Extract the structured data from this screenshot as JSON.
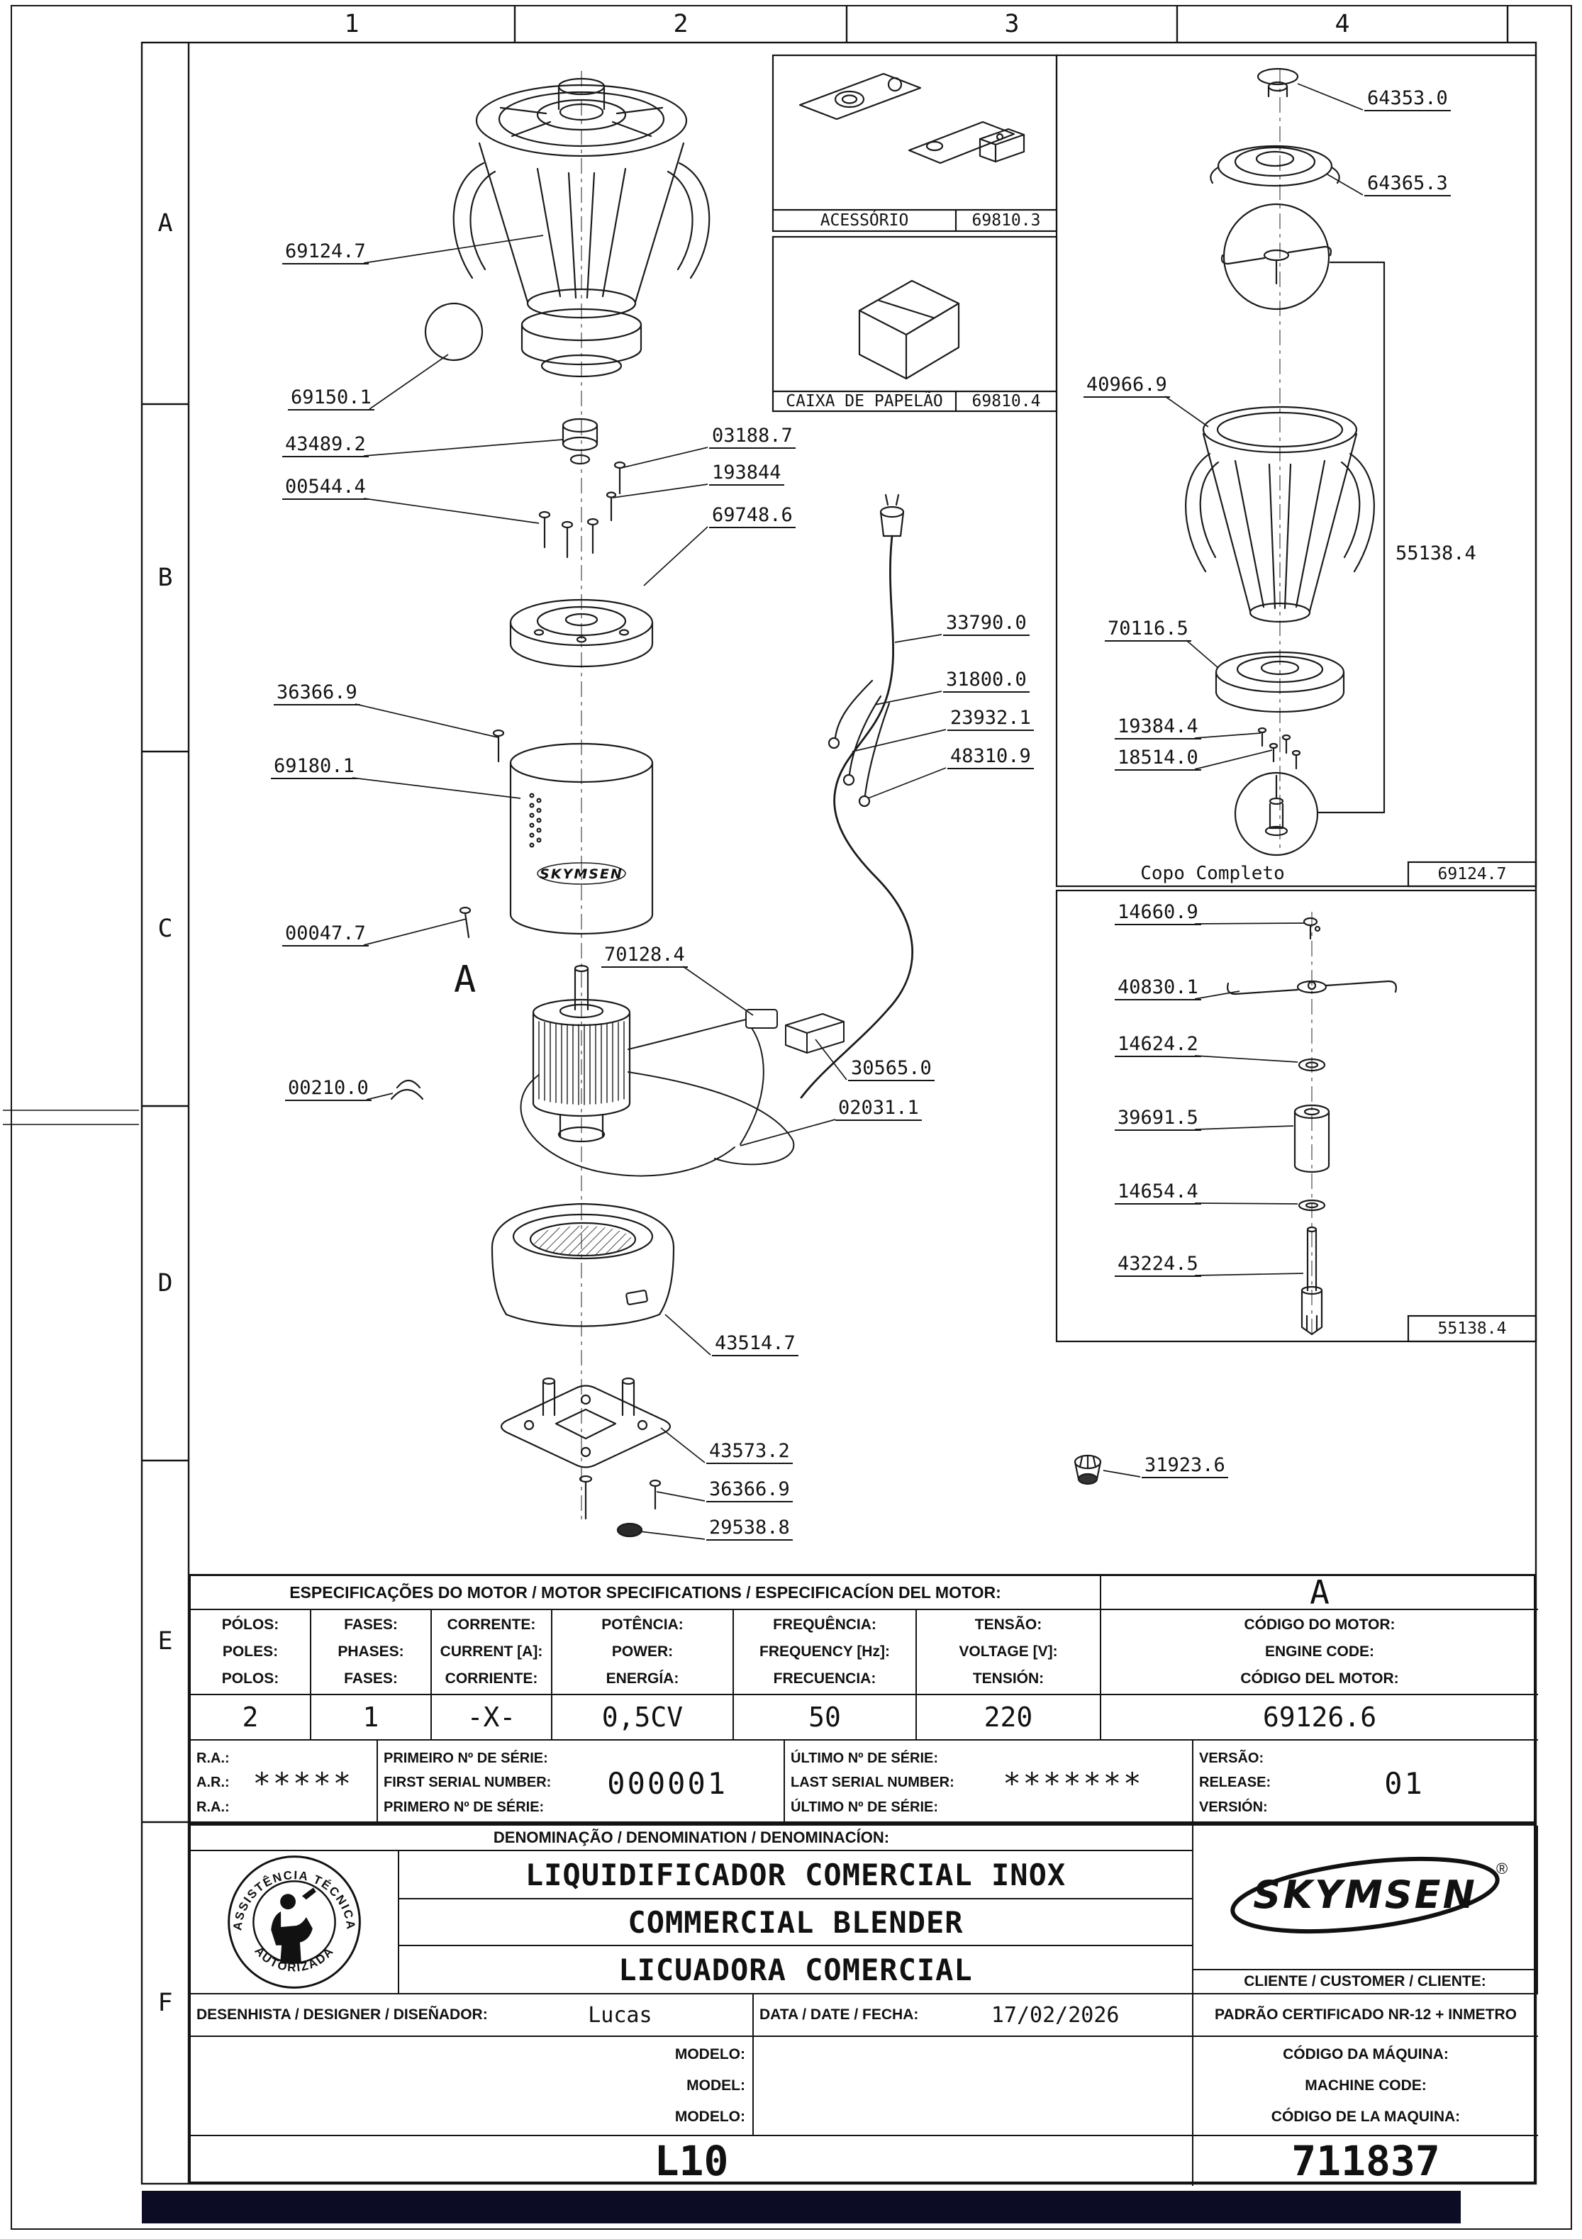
{
  "frame": {
    "columns": [
      "1",
      "2",
      "3",
      "4"
    ],
    "rows": [
      "A",
      "B",
      "C",
      "D",
      "E",
      "F"
    ]
  },
  "panels": {
    "accessory": {
      "label": "ACESSÓRIO",
      "code": "69810.3"
    },
    "carton": {
      "label": "CAIXA DE PAPELÃO",
      "code": "69810.4"
    },
    "cup": {
      "caption": "Copo Completo",
      "code": "69124.7"
    },
    "blade": {
      "code": "55138.4"
    }
  },
  "parts": {
    "jar_complete": "69124.7",
    "detail_circle": "69150.1",
    "coupling": "43489.2",
    "screw_00544": "00544.4",
    "screw_03188": "03188.7",
    "screw_193844": "193844",
    "bearing_plate": "69748.6",
    "screw_36366": "36366.9",
    "housing": "69180.1",
    "screw_00047": "00047.7",
    "motor": "70128.4",
    "section_marker": "A",
    "wave_washer": "00210.0",
    "switch": "30565.0",
    "capacitor_wiring": "02031.1",
    "base_housing": "43514.7",
    "bottom_plate": "43573.2",
    "screw_36366_b": "36366.9",
    "foot": "29538.8",
    "power_cord": "33790.0",
    "plug": "31800.0",
    "cable_clamp": "23932.1",
    "terminal": "48310.9",
    "cup_cap": "64353.0",
    "cup_lid": "64365.3",
    "cup_jar": "40966.9",
    "cup_height_dim": "55138.4",
    "cup_collar": "70116.5",
    "cup_screw_19384": "19384.4",
    "cup_screw_18514": "18514.0",
    "blade_pin": "14660.9",
    "blade": "40830.1",
    "blade_washer_top": "14624.2",
    "blade_bushing": "39691.5",
    "blade_washer_bottom": "14654.4",
    "blade_shaft": "43224.5",
    "grease_fitting": "31923.6",
    "housing_brand": "SKYMSEN"
  },
  "motor_spec": {
    "title": "ESPECIFICAÇÕES DO MOTOR / MOTOR SPECIFICATIONS / ESPECIFICACÍON DEL MOTOR:",
    "revision": "A",
    "columns": [
      {
        "l1": "PÓLOS:",
        "l2": "POLES:",
        "l3": "POLOS:",
        "value": "2"
      },
      {
        "l1": "FASES:",
        "l2": "PHASES:",
        "l3": "FASES:",
        "value": "1"
      },
      {
        "l1": "CORRENTE:",
        "l2": "CURRENT [A]:",
        "l3": "CORRIENTE:",
        "value": "-X-"
      },
      {
        "l1": "POTÊNCIA:",
        "l2": "POWER:",
        "l3": "ENERGÍA:",
        "value": "0,5CV"
      },
      {
        "l1": "FREQUÊNCIA:",
        "l2": "FREQUENCY [Hz]:",
        "l3": "FRECUENCIA:",
        "value": "50"
      },
      {
        "l1": "TENSÃO:",
        "l2": "VOLTAGE [V]:",
        "l3": "TENSIÓN:",
        "value": "220"
      },
      {
        "l1": "CÓDIGO DO MOTOR:",
        "l2": "ENGINE CODE:",
        "l3": "CÓDIGO DEL MOTOR:",
        "value": "69126.6"
      }
    ]
  },
  "serial": {
    "ra": {
      "l1": "R.A.:",
      "l2": "A.R.:",
      "l3": "R.A.:",
      "value": "*****"
    },
    "first": {
      "l1": "PRIMEIRO Nº DE SÉRIE:",
      "l2": "FIRST SERIAL NUMBER:",
      "l3": "PRIMERO Nº DE SÉRIE:",
      "value": "000001"
    },
    "last": {
      "l1": "ÚLTIMO Nº DE SÉRIE:",
      "l2": "LAST SERIAL NUMBER:",
      "l3": "ÚLTIMO Nº DE SÉRIE:",
      "value": "*******"
    },
    "version": {
      "l1": "VERSÃO:",
      "l2": "RELEASE:",
      "l3": "VERSIÓN:",
      "value": "01"
    }
  },
  "title_block": {
    "denomination_header": "DENOMINAÇÃO / DENOMINATION / DENOMINACÍON:",
    "title_pt": "LIQUIDIFICADOR COMERCIAL INOX",
    "title_en": "COMMERCIAL BLENDER",
    "title_es": "LICUADORA COMERCIAL",
    "brand": "SKYMSEN",
    "brand_mark": "®",
    "client_label": "CLIENTE / CUSTOMER / CLIENTE:",
    "designer_label": "DESENHISTA / DESIGNER / DISEÑADOR:",
    "designer_value": "Lucas",
    "date_label": "DATA / DATE / FECHA:",
    "date_value": "17/02/2026",
    "certification": "PADRÃO CERTIFICADO NR-12 + INMETRO",
    "model": {
      "l1": "MODELO:",
      "l2": "MODEL:",
      "l3": "MODELO:",
      "value": "L10"
    },
    "machine_code": {
      "l1": "CÓDIGO DA MÁQUINA:",
      "l2": "MACHINE CODE:",
      "l3": "CÓDIGO DE LA MAQUINA:",
      "value": "711837"
    },
    "stamp": {
      "top": "ASSISTÊNCIA TÉCNICA",
      "bottom": "AUTORIZADA"
    }
  }
}
